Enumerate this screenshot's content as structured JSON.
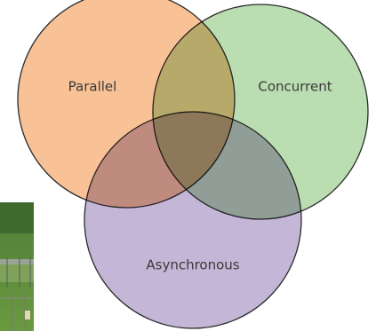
{
  "diagram": {
    "type": "venn",
    "sets": [
      {
        "id": "parallel",
        "label": "Parallel",
        "fill": "#f7b57f"
      },
      {
        "id": "concurrent",
        "label": "Concurrent",
        "fill": "#a8d39c"
      },
      {
        "id": "asynchronous",
        "label": "Asynchronous",
        "fill": "#b3a2cc"
      }
    ],
    "stroke": "#2b2b2b"
  }
}
